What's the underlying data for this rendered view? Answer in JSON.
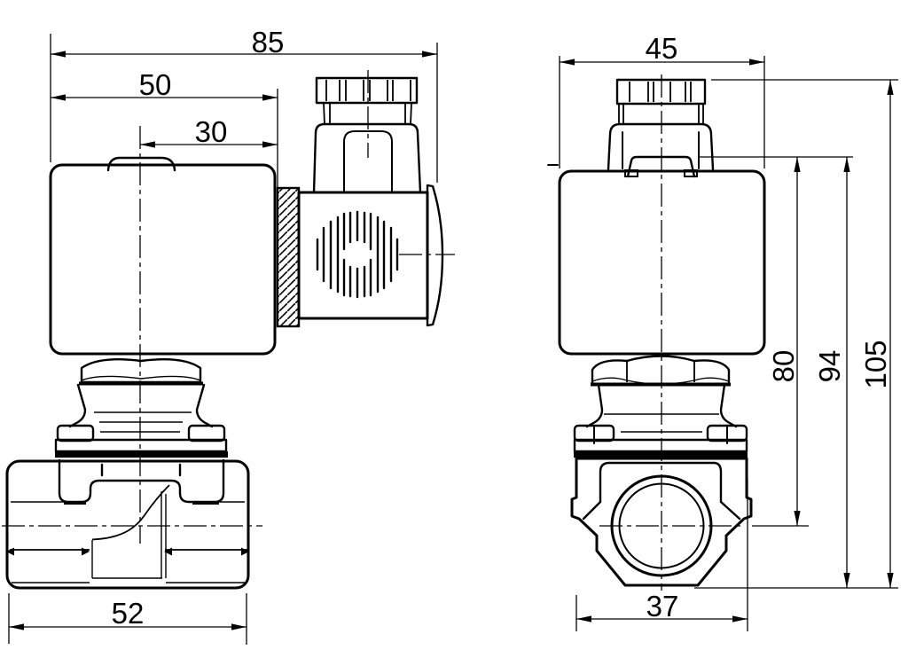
{
  "colors": {
    "background": "#ffffff",
    "line": "#000000"
  },
  "views": {
    "side": {
      "label_85": "85",
      "label_50": "50",
      "label_30": "30",
      "label_52": "52"
    },
    "front": {
      "label_45": "45",
      "label_37": "37",
      "label_80": "80",
      "label_94": "94",
      "label_105": "105"
    }
  }
}
